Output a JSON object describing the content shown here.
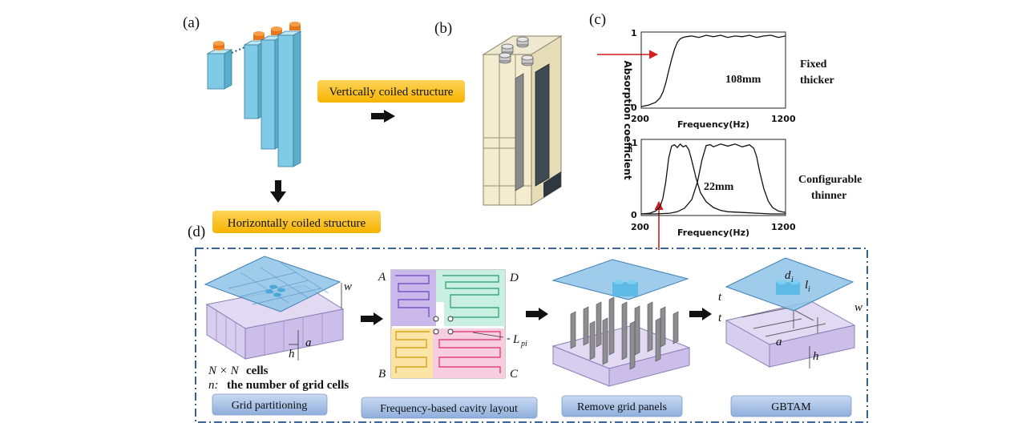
{
  "panels": {
    "a": "(a)",
    "b": "(b)",
    "c": "(c)",
    "d": "(d)"
  },
  "tags": {
    "vertical": "Vertically coiled structure",
    "horizontal": "Horizontally coiled structure"
  },
  "chart_c": {
    "ylabel": "Absorption coefficient",
    "top": {
      "note": "108mm",
      "xlabel": "Frequency(Hz)",
      "xmin_label": "200",
      "xmax_label": "1200",
      "ymin_label": "0",
      "ymax_label": "1",
      "side_line1": "Fixed",
      "side_line2": "thicker"
    },
    "bottom": {
      "note": "22mm",
      "xlabel": "Frequency(Hz)",
      "xmin_label": "200",
      "xmax_label": "1200",
      "ymin_label": "0",
      "ymax_label": "1",
      "side_line1": "Configurable",
      "side_line2": "thinner"
    }
  },
  "chart_data": [
    {
      "type": "line",
      "title": "",
      "xlabel": "Frequency(Hz)",
      "ylabel": "Absorption coefficient",
      "xlim": [
        200,
        1200
      ],
      "ylim": [
        0,
        1
      ],
      "annotations": [
        "108mm"
      ],
      "series": [
        {
          "x": [
            200,
            250,
            300,
            330,
            350,
            370,
            390,
            410,
            430,
            450,
            470,
            490,
            510,
            550,
            600,
            650,
            700,
            750,
            800,
            850,
            900,
            950,
            1000,
            1050,
            1100,
            1150,
            1200
          ],
          "values": [
            0.0,
            0.02,
            0.06,
            0.12,
            0.2,
            0.33,
            0.5,
            0.66,
            0.8,
            0.9,
            0.95,
            0.97,
            0.98,
            0.99,
            0.97,
            1.0,
            0.98,
            1.0,
            0.97,
            0.99,
            0.98,
            1.0,
            0.97,
            0.99,
            1.0,
            0.97,
            0.99
          ]
        }
      ]
    },
    {
      "type": "line",
      "title": "",
      "xlabel": "Frequency(Hz)",
      "ylabel": "Absorption coefficient",
      "xlim": [
        200,
        1200
      ],
      "ylim": [
        0,
        1
      ],
      "annotations": [
        "22mm"
      ],
      "series": [
        {
          "x": [
            200,
            260,
            300,
            330,
            350,
            370,
            390,
            410,
            430,
            450,
            470,
            490,
            510,
            530,
            550,
            580,
            610,
            650,
            700,
            750,
            800,
            900,
            1000,
            1100,
            1200
          ],
          "values": [
            0.0,
            0.01,
            0.04,
            0.1,
            0.22,
            0.45,
            0.78,
            0.95,
            0.97,
            0.93,
            0.98,
            0.94,
            0.96,
            0.9,
            0.75,
            0.5,
            0.3,
            0.17,
            0.09,
            0.05,
            0.03,
            0.02,
            0.01,
            0.0,
            0.0
          ]
        },
        {
          "x": [
            200,
            300,
            400,
            450,
            500,
            550,
            590,
            620,
            650,
            680,
            700,
            750,
            800,
            850,
            900,
            950,
            980,
            1000,
            1020,
            1050,
            1080,
            1110,
            1150,
            1200
          ],
          "values": [
            0.0,
            0.0,
            0.01,
            0.03,
            0.08,
            0.2,
            0.45,
            0.75,
            0.96,
            0.97,
            0.94,
            0.98,
            0.95,
            0.98,
            0.94,
            0.97,
            0.92,
            0.8,
            0.6,
            0.35,
            0.18,
            0.09,
            0.04,
            0.02
          ]
        }
      ]
    }
  ],
  "workflow": {
    "step1": "Grid partitioning",
    "step2": "Frequency-based cavity layout",
    "step3": "Remove grid panels",
    "step4": "GBTAM",
    "cells_math": "N × N",
    "cells_word": "cells",
    "n_label": "n:",
    "n_text": "the number of grid cells",
    "labels": {
      "w": "w",
      "a": "a",
      "h": "h",
      "A": "A",
      "B": "B",
      "C": "C",
      "D": "D",
      "L": "L",
      "pi": "pi",
      "t": "t",
      "d": "d",
      "l": "l",
      "sub_i": "i"
    }
  }
}
